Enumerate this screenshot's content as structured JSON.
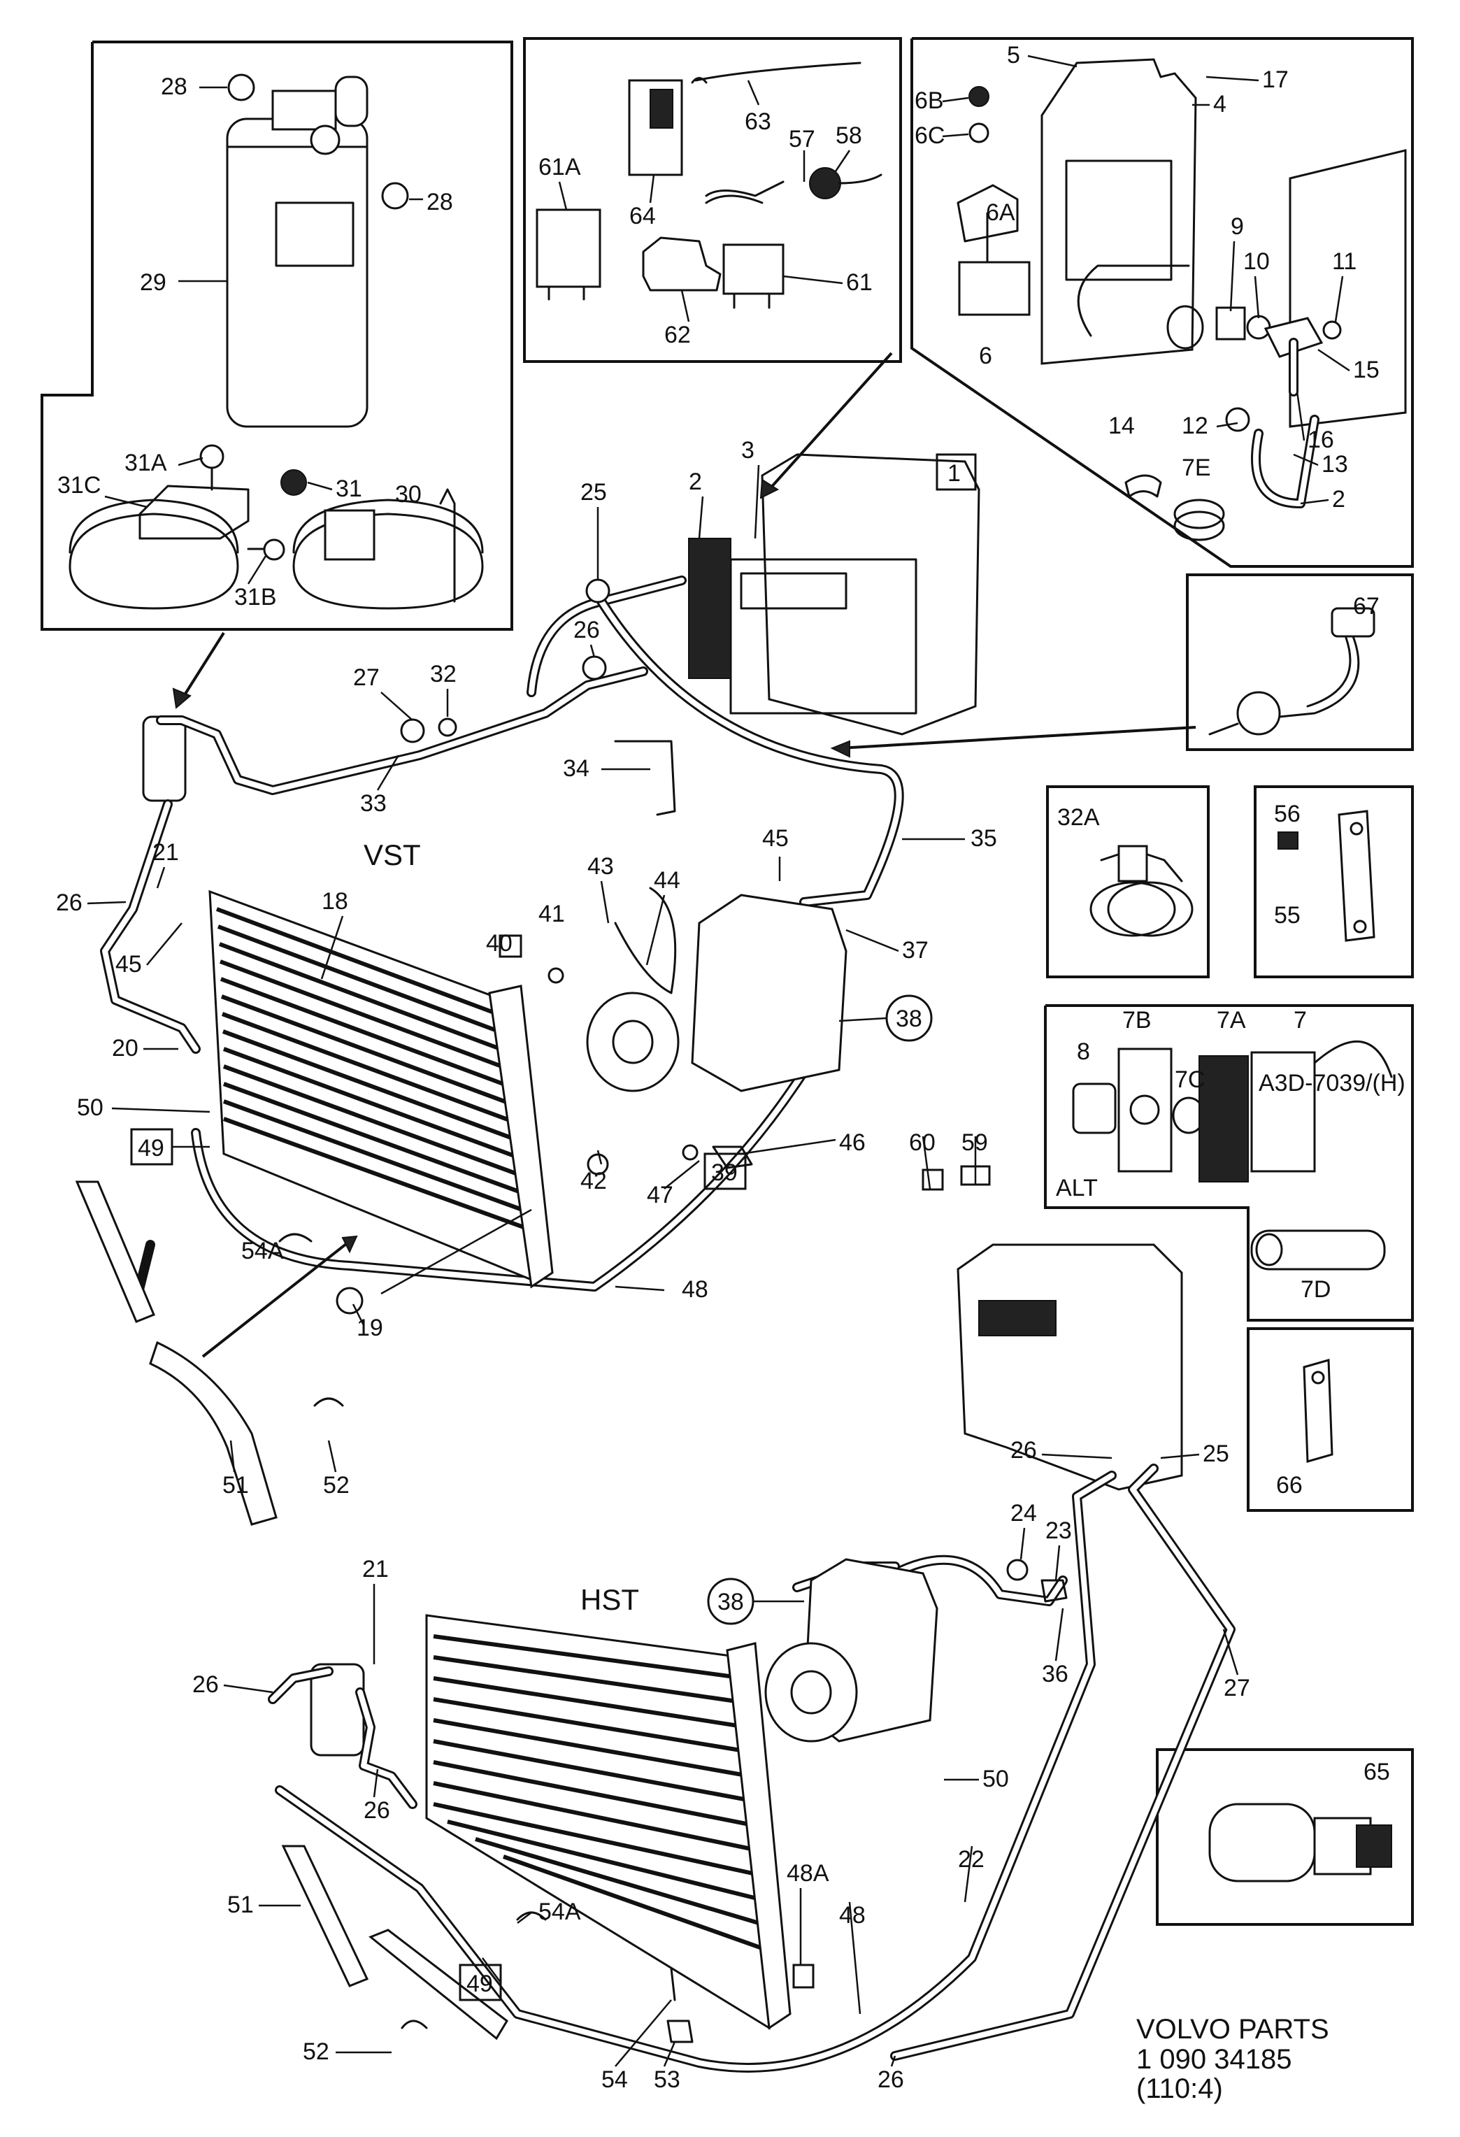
{
  "insets": {
    "drier": {
      "labels": [
        "28",
        "28",
        "29",
        "31A",
        "31",
        "30",
        "31C",
        "31B"
      ]
    },
    "relays": {
      "labels": [
        "63",
        "61A",
        "64",
        "57",
        "58",
        "62",
        "61"
      ]
    },
    "evaporator_parts": {
      "labels": [
        "5",
        "17",
        "6B",
        "4",
        "6C",
        "6A",
        "9",
        "10",
        "11",
        "6",
        "15",
        "12",
        "16",
        "14",
        "13",
        "7E",
        "2"
      ]
    },
    "switch_67": {
      "label": "67"
    },
    "clamp_32A": {
      "label": "32A"
    },
    "bracket_56_55": {
      "labels": [
        "56",
        "55"
      ]
    },
    "alt_thermostat": {
      "labels": [
        "7B",
        "7A",
        "7",
        "8",
        "7C"
      ],
      "tag": "ALT",
      "sticker_text": "A3D-7039/(H)"
    },
    "tube_7D": {
      "label": "7D"
    },
    "bracket_66": {
      "label": "66"
    },
    "switch_65": {
      "label": "65"
    }
  },
  "vst_section": {
    "title": "VST",
    "labels": [
      "3",
      "2",
      "25",
      "26",
      "27",
      "32",
      "33",
      "34",
      "35",
      "21",
      "26",
      "18",
      "45",
      "43",
      "44",
      "45",
      "37",
      "38",
      "40",
      "41",
      "39",
      "20",
      "50",
      "49",
      "42",
      "47",
      "46",
      "60",
      "59",
      "54A",
      "48",
      "19",
      "51",
      "52"
    ]
  },
  "hst_section": {
    "title": "HST",
    "labels": [
      "26",
      "25",
      "24",
      "23",
      "21",
      "38",
      "36",
      "27",
      "26",
      "26",
      "50",
      "22",
      "51",
      "48A",
      "48",
      "54A",
      "49",
      "52",
      "54",
      "53",
      "26"
    ]
  },
  "boxed_ref_1": "1",
  "footer": {
    "brand": "VOLVO  PARTS",
    "code": "1 090   34185",
    "sub": "(110:4)"
  }
}
